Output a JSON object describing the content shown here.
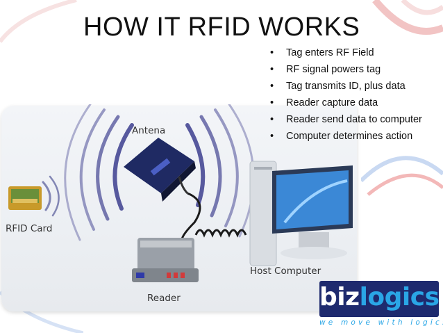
{
  "slide": {
    "title": "HOW IT RFID WORKS",
    "bullets": [
      "Tag enters RF Field",
      "RF signal powers tag",
      "Tag transmits ID, plus data",
      "Reader capture data",
      "Reader send data to computer",
      "Computer determines action"
    ]
  },
  "diagram": {
    "labels": {
      "antenna": "Antena",
      "rfid_card": "RFID Card",
      "reader": "Reader",
      "host_computer": "Host Computer"
    }
  },
  "logo": {
    "part1": "biz",
    "part2": "logics",
    "tagline": "we move with logics"
  },
  "colors": {
    "logo_background": "#1e2a6e",
    "logo_accent": "#2aa6e6",
    "wave": "#3d3f8f",
    "decor_red": "#e8453c",
    "decor_blue": "#3b6fd1"
  }
}
